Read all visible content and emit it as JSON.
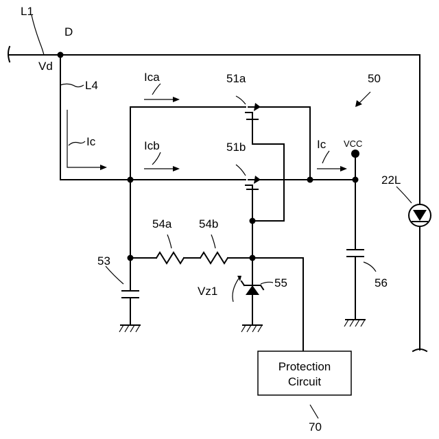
{
  "labels": {
    "l1": "L1",
    "d": "D",
    "vd": "Vd",
    "l4": "L4",
    "ica": "Ica",
    "icb": "Icb",
    "ic_left": "Ic",
    "ic_right": "Ic",
    "t51a": "51a",
    "t51b": "51b",
    "circuit": "50",
    "vcc": "VCC",
    "led": "22L",
    "r54a": "54a",
    "r54b": "54b",
    "c53": "53",
    "c56": "56",
    "zener": "55",
    "vz1": "Vz1",
    "protection_ref": "70"
  },
  "protection_box": {
    "line1": "Protection",
    "line2": "Circuit"
  }
}
